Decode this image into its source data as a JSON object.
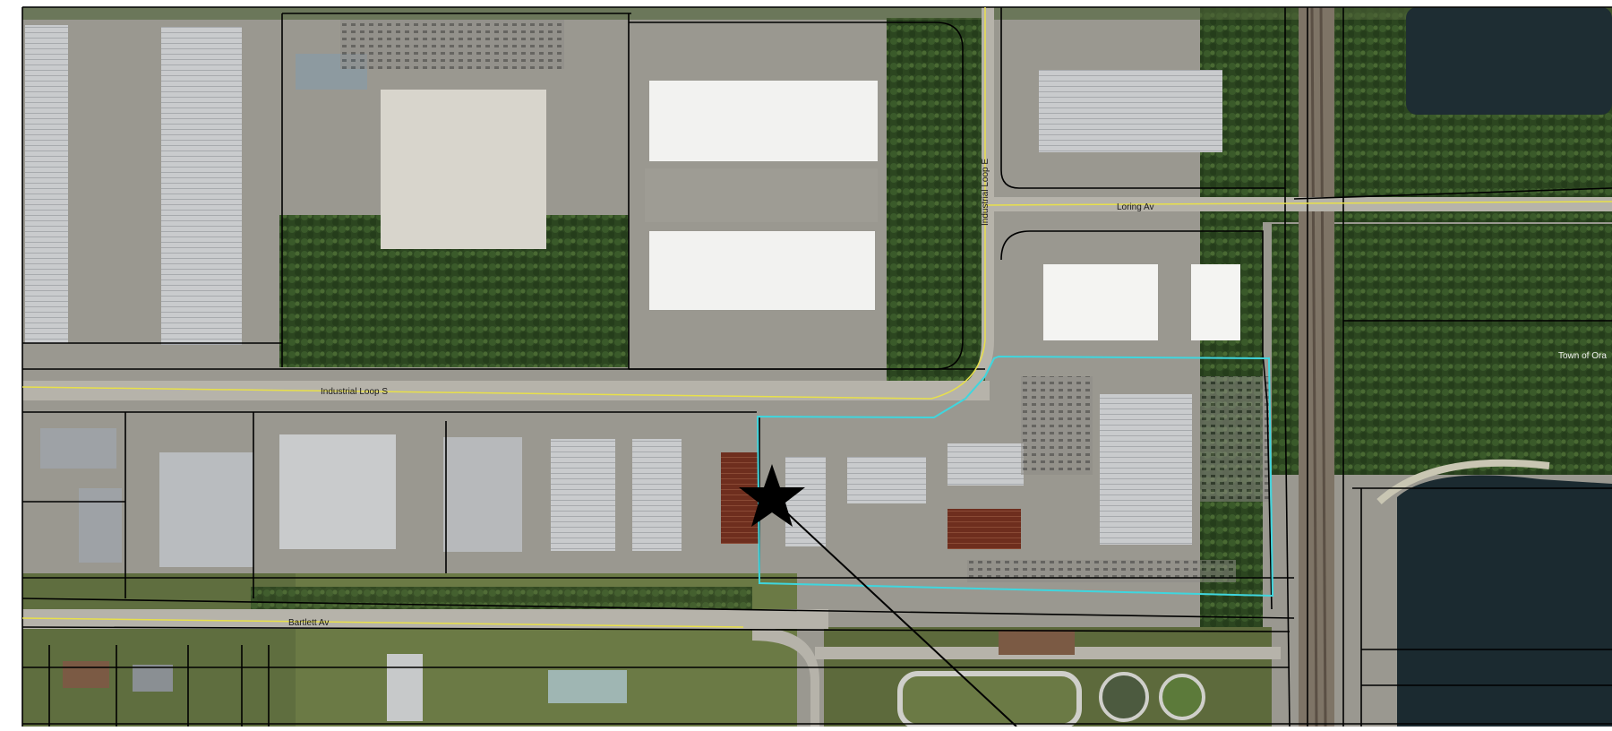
{
  "map": {
    "street_labels": {
      "industrial_loop_s": "Industrial Loop S",
      "industrial_loop_e": "Industrial Loop E",
      "loring_av": "Loring Av",
      "bartlett_av": "Bartlett Av"
    },
    "area_labels": {
      "town_partial": "Town of Ora"
    },
    "marker": {
      "icon": "star-icon",
      "color": "#000000"
    },
    "colors": {
      "parcel_outline": "#000000",
      "street_centerline": "#e8e04a",
      "highlight_parcel": "#3fd6de",
      "vegetation": "#2f4a22",
      "water": "#1f2f35",
      "pavement": "#a9a79f",
      "roof": "#dcdcd8"
    }
  }
}
